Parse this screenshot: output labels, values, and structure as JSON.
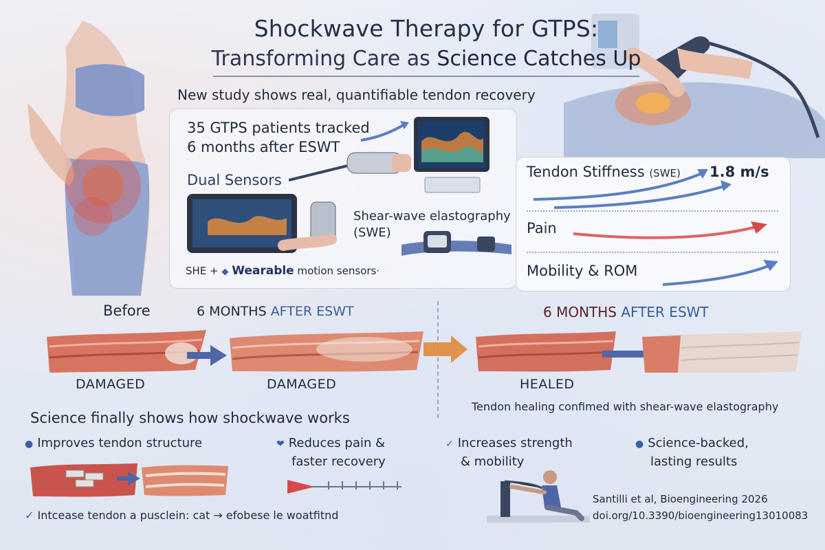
{
  "header": {
    "title": "Shockwave Therapy for GTPS:",
    "subtitle_pre": "Transforming Care as ",
    "subtitle_bold": "Science Catches Up",
    "lead": "New study shows real, quantifiable tendon recovery"
  },
  "study": {
    "patients_line1": "35 GTPS patients tracked",
    "patients_line2": "6 months after ESWT",
    "dual_sensors": "Dual Sensors",
    "swe_line1": "Shear-wave elastography",
    "swe_line2": "(SWE)",
    "wearable_pre": "SHE +",
    "wearable_strong": "Wearable",
    "wearable_post": "motion sensors·"
  },
  "metrics": {
    "stiffness_label": "Tendon Stiffness",
    "stiffness_suffix": "(SWE)",
    "stiffness_value": "1.8 m/s",
    "pain_label": "Pain",
    "mobility_label": "Mobility & ROM"
  },
  "comparison": {
    "before": "Before",
    "left_after_months": "6 MONTHS ",
    "left_after_word": "AFTER ESWT",
    "right_after_months": "6 MONTHS ",
    "right_after_word": "AFTER ESWT",
    "state_1": "DAMAGED",
    "state_2": "DAMAGED",
    "state_3": "HEALED",
    "caption": "Tendon healing confimed with shear-wave elastography"
  },
  "science": {
    "title": "Science finally shows how shockwave works",
    "bullet_1": "Improves tendon structure",
    "bullet_2_line1": "Reduces pain &",
    "bullet_2_line2": "faster recovery",
    "bullet_3_line1": "Increases strength",
    "bullet_3_line2": "& mobility",
    "bullet_4_line1": "Science-backed,",
    "bullet_4_line2": "lasting results",
    "footnote": "Intcease tendon a pusclein:  cat → efobese le woatfitnd"
  },
  "citation": {
    "line1": "Santilli et al, Bioengineering 2026",
    "line2": "doi.org/10.3390/bioengineering13010083"
  },
  "colors": {
    "accent_blue": "#3b5ea8",
    "accent_red": "#d64a4a",
    "accent_orange": "#e0893a",
    "tendon_red": "#c9544d",
    "tendon_healthy": "#e8d7cf"
  }
}
